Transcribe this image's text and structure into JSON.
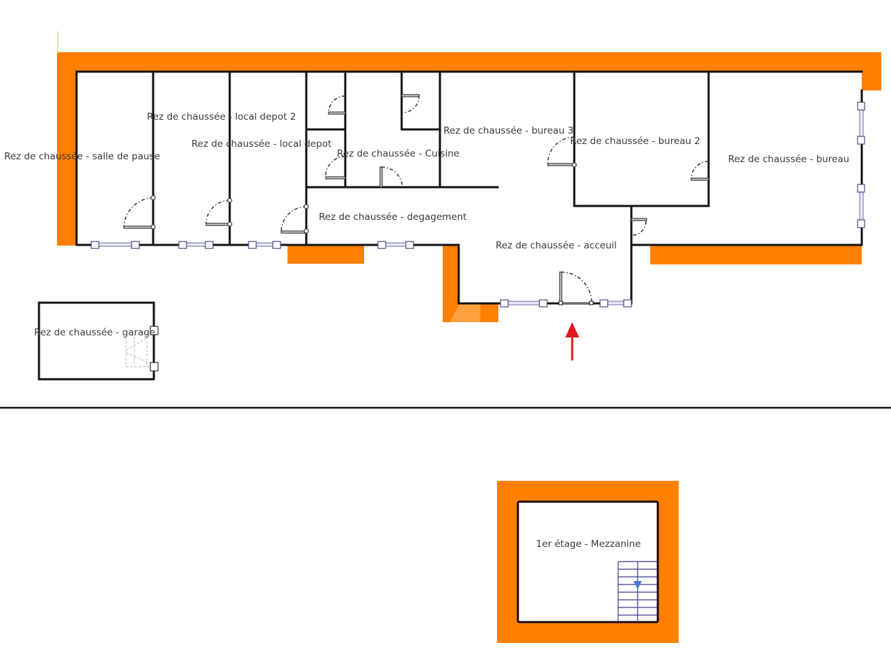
{
  "plan": {
    "colors": {
      "exterior_wall": "#ff8000",
      "interior_wall": "#111111",
      "window": "#6a6aa8",
      "arrow": "#e01818",
      "stairs": "#3a3a90",
      "stair_arrow": "#4a78d8"
    },
    "ground_floor": {
      "rooms": [
        {
          "label": "Rez de chaussée - salle de pause"
        },
        {
          "label": "Rez de chaussée - local depot 2"
        },
        {
          "label": "Rez de chaussée - local depot"
        },
        {
          "label": "Rez de chaussée - Cuisine"
        },
        {
          "label": "Rez de chaussée - bureau 3"
        },
        {
          "label": "Rez de chaussée - bureau 2"
        },
        {
          "label": "Rez de chaussée - bureau"
        },
        {
          "label": "Rez de chaussée - degagement"
        },
        {
          "label": "Rez de chaussée - acceuil"
        },
        {
          "label": "Rez de chaussée - garage"
        }
      ],
      "entrance_marker": "arrow-up"
    },
    "first_floor": {
      "rooms": [
        {
          "label": "1er étage - Mezzanine"
        }
      ]
    }
  }
}
